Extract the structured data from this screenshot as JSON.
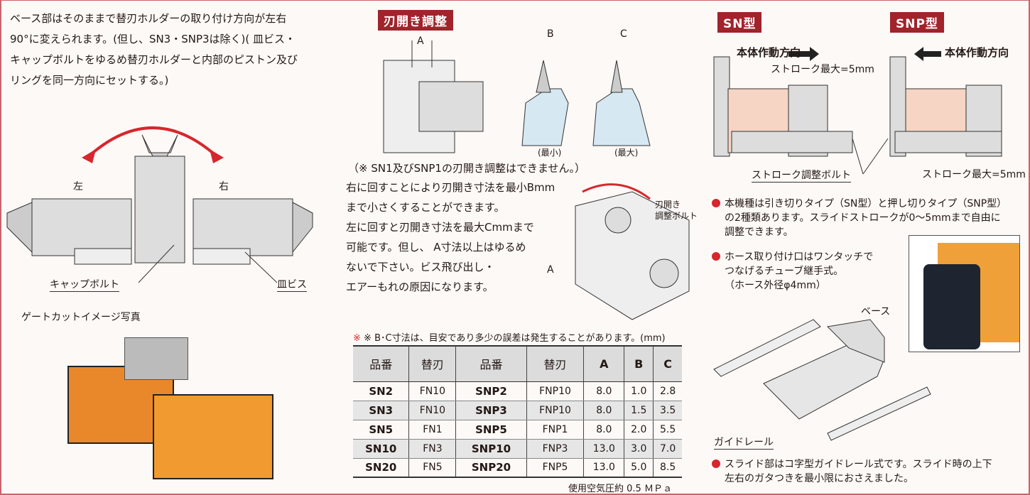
{
  "intro": {
    "lines": [
      "ベース部はそのままで替刃ホルダーの取り付け方向が左右",
      "90°に変えられます。(但し、SN3・SNP3は除く)( 皿ビス・",
      "キャップボルトをゆるめ替刃ホルダーと内部のピストン及び",
      "リングを同一方向にセットする。)"
    ]
  },
  "rotation_diagram": {
    "left": "左",
    "right": "右",
    "cap_bolt": "キャップボルト",
    "flat_screw": "皿ビス"
  },
  "photo_caption": "ゲートカットイメージ写真",
  "blade_adjust": {
    "title": "刃開き調整",
    "dim_a": "A",
    "dim_b": "B",
    "dim_c": "C",
    "min": "(最小)",
    "max": "(最大)",
    "note": "（※ SN1及びSNP1の刃開き調整はできません。）",
    "body": [
      "右に回すことにより刃開き寸法を最小Bmm",
      "まで小さくすることができます。",
      "左に回すと刃開き寸法を最大Cmmまで",
      "可能です。但し、 A寸法以上はゆるめ",
      "ないで下さい。ビス飛び出し・",
      "エアーもれの原因になります。"
    ],
    "bolt_label_1": "刃開き",
    "bolt_label_2": "調整ボルト",
    "dim_a_iso": "A"
  },
  "table": {
    "note": "※ B･C寸法は、目安であり多少の誤差は発生することがあります。",
    "unit": "(mm)",
    "headers": [
      "品番",
      "替刃",
      "品番",
      "替刃",
      "A",
      "B",
      "C"
    ],
    "rows": [
      [
        "SN2",
        "FN10",
        "SNP2",
        "FNP10",
        "8.0",
        "1.0",
        "2.8"
      ],
      [
        "SN3",
        "FN10",
        "SNP3",
        "FNP10",
        "8.0",
        "1.5",
        "3.5"
      ],
      [
        "SN5",
        "FN1",
        "SNP5",
        "FNP1",
        "8.0",
        "2.0",
        "5.5"
      ],
      [
        "SN10",
        "FN3",
        "SNP10",
        "FNP3",
        "13.0",
        "3.0",
        "7.0"
      ],
      [
        "SN20",
        "FN5",
        "SNP20",
        "FNP5",
        "13.0",
        "5.0",
        "8.5"
      ]
    ],
    "footer": "使用空気圧約 0.5 ＭＰａ"
  },
  "types": {
    "sn": "SN型",
    "snp": "SNP型",
    "direction": "本体作動方向",
    "stroke_max": "ストローク最大=5mm",
    "stroke_bolt": "ストローク調整ボルト"
  },
  "bullets": [
    {
      "lines": [
        "本機種は引き切りタイプ（SN型）と押し切りタイプ（SNP型）",
        "の2種類あります。スライドストロークが0～5mmまで自由に",
        "調整できます。"
      ]
    },
    {
      "lines": [
        "ホース取り付け口はワンタッチで",
        "つなげるチューブ継手式。",
        "（ホース外径φ4mm）"
      ]
    },
    {
      "lines": [
        "スライド部はコ字型ガイドレール式です。スライド時の上下",
        "左右のガタつきを最小限におさえました。"
      ]
    }
  ],
  "parts": {
    "base": "ベース",
    "rail": "ガイドレール"
  },
  "colors": {
    "accent": "#a1232b",
    "bullet": "#d7262d",
    "border": "#c8646c"
  }
}
